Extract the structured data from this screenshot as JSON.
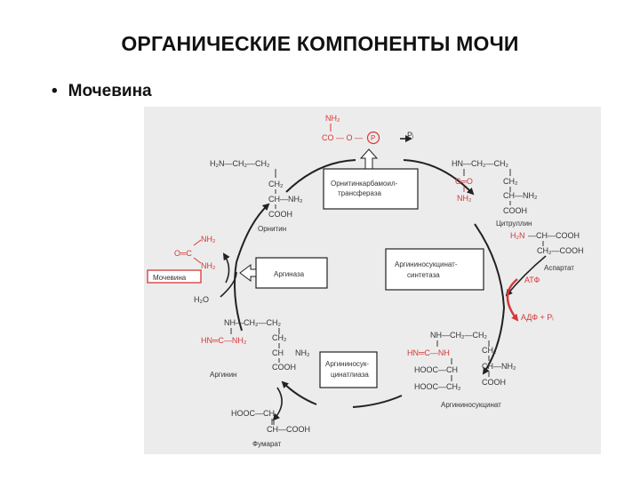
{
  "slide": {
    "title": "ОРГАНИЧЕСКИЕ КОМПОНЕНТЫ МОЧИ",
    "bullet": "Мочевина"
  },
  "colors": {
    "panel": "#ececec",
    "ink": "#333333",
    "red": "#d6373a",
    "arrow": "#222222"
  },
  "diagram": {
    "carbamoyl_phosphate": {
      "nh2": "NH₂",
      "main": "CO — O — ",
      "p": "P",
      "pi": "Pᵢ"
    },
    "enzymes": {
      "otc": [
        "Орнитинкарбамоил-",
        "трансфераза"
      ],
      "ass": [
        "Аргининосукцинат-",
        "синтетаза"
      ],
      "arginase": "Аргиназа",
      "asl": [
        "Аргининосук-",
        "цинатлиаза"
      ]
    },
    "ornithine": {
      "line1": "H₂N—CH₂—CH₂",
      "line2": "CH₂",
      "line3": "CH—NH₂",
      "line4": "COOH",
      "name": "Орнитин"
    },
    "citrulline": {
      "line1": "HN—CH₂—CH₂",
      "line2a": "C═O",
      "line2b": "CH₂",
      "line3a": "NH₂",
      "line3b": "CH—NH₂",
      "line4": "COOH",
      "name": "Цитруллин"
    },
    "aspartate": {
      "line1a": "H₂N",
      "line1b": "—CH—COOH",
      "line2": "CH₂—COOH",
      "name": "Аспартат"
    },
    "atp": "АТФ",
    "adp": "АДФ + Pᵢ",
    "urea": {
      "nh2_top": "NH₂",
      "co": "O═C",
      "nh2_bottom": "NH₂",
      "name": "Мочевина"
    },
    "water": "H₂O",
    "arginine": {
      "line1": "NH—CH₂—CH₂",
      "line2a": "HN═C—NH₂",
      "line2b": "CH₂",
      "line3a": "CH",
      "line3b": "NH₂",
      "line4": "COOH",
      "name": "Аргинин"
    },
    "argininosuccinate": {
      "line1a": "NH—CH₂—CH₂",
      "line2a": "HN═C—NH",
      "line2b": "CH₂",
      "line3a": "HOOC—CH",
      "line3b": "CH—NH₂",
      "line4a": "HOOC—CH₂",
      "line4b": "COOH",
      "name": "Аргининосукцинат"
    },
    "fumarate": {
      "line1": "HOOC—CH",
      "line2": "CH—COOH",
      "name": "Фумарат"
    }
  }
}
